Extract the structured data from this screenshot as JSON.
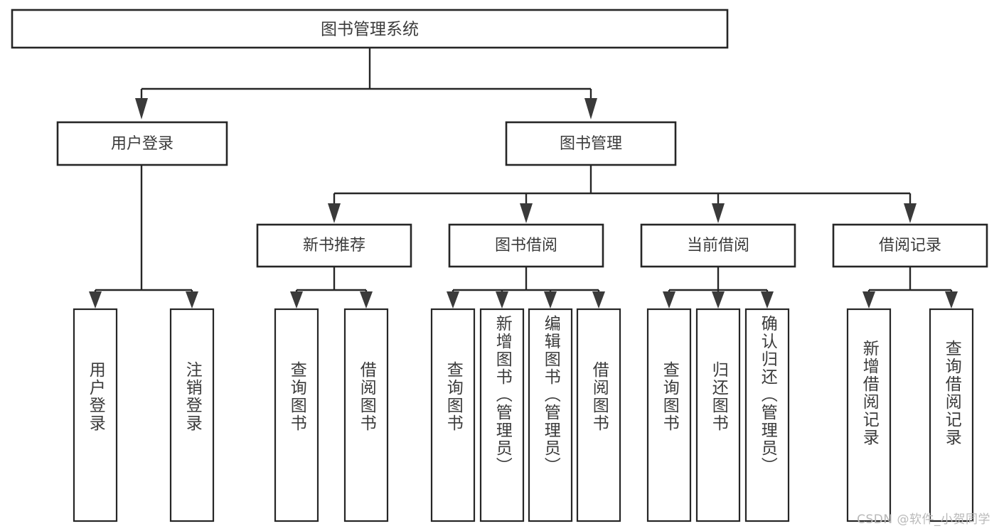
{
  "diagram": {
    "title": "图书管理系统",
    "type": "tree-hierarchy",
    "watermark": "CSDN @软件_小贺同学",
    "colors": {
      "background": "#ffffff",
      "box_stroke": "#262626",
      "connector": "#262626",
      "text": "#3b3b3b",
      "watermark": "#b9b9b9"
    },
    "root": {
      "label": "图书管理系统",
      "orientation": "horizontal"
    },
    "level1": [
      {
        "label": "用户登录",
        "orientation": "horizontal"
      },
      {
        "label": "图书管理",
        "orientation": "horizontal"
      }
    ],
    "level2": [
      {
        "label": "新书推荐",
        "orientation": "horizontal"
      },
      {
        "label": "图书借阅",
        "orientation": "horizontal"
      },
      {
        "label": "当前借阅",
        "orientation": "horizontal"
      },
      {
        "label": "借阅记录",
        "orientation": "horizontal"
      }
    ],
    "leaves": {
      "user_login": [
        {
          "label": "用户登录",
          "orientation": "vertical"
        },
        {
          "label": "注销登录",
          "orientation": "vertical"
        }
      ],
      "new_book_recommend": [
        {
          "label": "查询图书",
          "orientation": "vertical"
        },
        {
          "label": "借阅图书",
          "orientation": "vertical"
        }
      ],
      "book_borrow": [
        {
          "label": "查询图书",
          "orientation": "vertical"
        },
        {
          "label": "新增图书（管理员）",
          "orientation": "vertical"
        },
        {
          "label": "编辑图书（管理员）",
          "orientation": "vertical"
        },
        {
          "label": "借阅图书",
          "orientation": "vertical"
        }
      ],
      "current_borrow": [
        {
          "label": "查询图书",
          "orientation": "vertical"
        },
        {
          "label": "归还图书",
          "orientation": "vertical"
        },
        {
          "label": "确认归还（管理员）",
          "orientation": "vertical"
        }
      ],
      "borrow_records": [
        {
          "label": "新增借阅记录",
          "orientation": "vertical"
        },
        {
          "label": "查询借阅记录",
          "orientation": "vertical"
        }
      ]
    }
  }
}
